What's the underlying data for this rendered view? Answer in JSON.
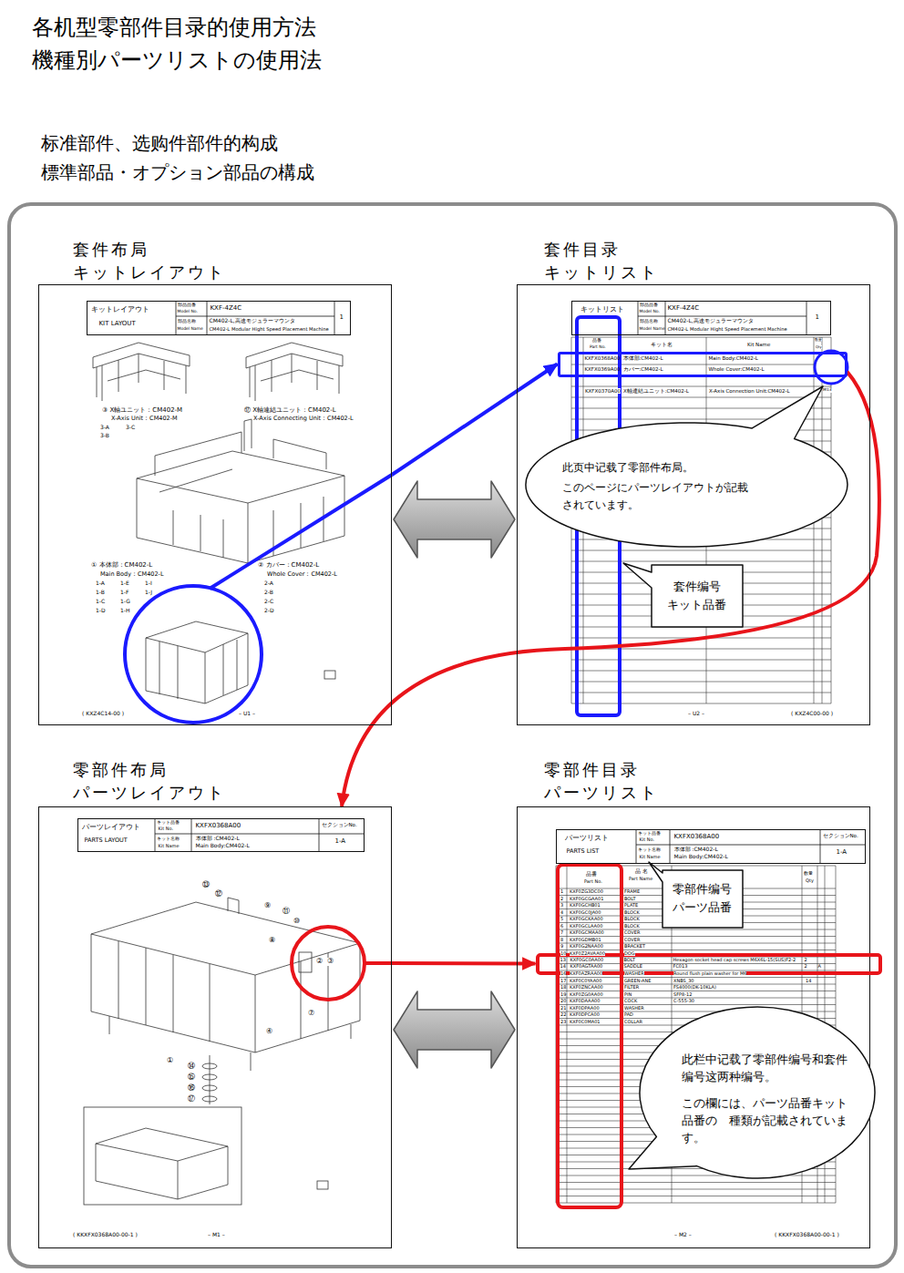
{
  "diagram": {
    "title": "各机型零部件目录的使用方法 機種別パーツリストの使用法",
    "nodes": [
      {
        "text": [
          "标准部件、选购件部件的构成 標準部品・オプション部品の構成"
        ]
      },
      {
        "text": [
          "套件布局 キットレイアウト"
        ],
        "in": 0
      },
      {
        "text": [
          "キットレイアウト",
          "KIT LAYOUT",
          "部品品番",
          "Model No.",
          "KXF-4Z4C",
          "部品名称",
          "Model Name",
          "CM402-L,高速モジュラーマウンタ",
          "CM402-L Modular Hight Speed Placement Machine",
          "1"
        ],
        "in": 1
      },
      {
        "text": [
          "套件目录 キットリスト"
        ],
        "in": 0
      },
      {
        "text": [
          "キットリスト",
          "部品品番",
          "Model No.",
          "KXF-4Z4C",
          "部品名称",
          "Model Name",
          "CM402-L,高速モジュラーマウンタ",
          "CM402-L Modular Hight Speed Placement Machine",
          "1"
        ],
        "in": 3
      },
      {
        "text": [
          "KXFX0368A00",
          "本体部:CM402-L",
          "Main Body:CM402-L",
          "KXFX0369A00",
          "カバー:CM402-L",
          "Whole Cover:CM402-L"
        ],
        "in": 3
      },
      {
        "text": [
          "此页中记载了零部件布局。",
          "このページにパーツレイアウトが記載されています。"
        ],
        "in": 3
      },
      {
        "text": [
          "套件编号 キット品番"
        ],
        "in": 3
      },
      {
        "text": [
          "零部件布局 パーツレイアウト"
        ],
        "in": 0
      },
      {
        "text": [
          "パーツレイアウト",
          "PARTS LAYOUT",
          "キット品番",
          "Kit No.",
          "KXFX0368A00",
          "キット名称",
          "Kit Name",
          "本体部 :CM402-L",
          "Main Body:CM402-L",
          "セクションNo.",
          "1-A"
        ],
        "in": 8
      },
      {
        "text": [
          "零部件目录 パーツリスト"
        ],
        "in": 0
      },
      {
        "text": [
          "パーツリスト",
          "PARTS LIST",
          "キット品番",
          "Kit No.",
          "KXFX0368A00",
          "キット名称",
          "Kit Name",
          "本体部 :CM402-L",
          "Main Body:CM402-L",
          "セクションNo.",
          "1-A"
        ],
        "in": 10
      },
      {
        "text": [
          "13",
          "KXF0GC0AA00",
          "BOLT",
          "Hexagon socket head cap screws M6X6L-15(SUS)F2-2",
          "2",
          "14",
          "KXF0AGTAA00",
          "SADDLE",
          "FC013",
          "2",
          "A"
        ],
        "in": 10
      },
      {
        "text": [
          "零部件编号 パーツ品番"
        ],
        "in": 10
      },
      {
        "text": [
          "此栏中记载了零部件编号和套件编号这两种编号。",
          "この欄には、パーツ品番キット品番の　種類が記載されています。"
        ],
        "in": 10
      }
    ],
    "edges": [
      {
        "from": 1,
        "to": 5,
        "arrow": "to"
      },
      {
        "from": 5,
        "to": 8,
        "arrow": "to"
      },
      {
        "from": 8,
        "to": 12,
        "arrow": "to"
      },
      {
        "from": 1,
        "to": 3,
        "arrow": "both"
      },
      {
        "from": 8,
        "to": 10,
        "arrow": "both"
      }
    ],
    "labels": [
      "③ X軸ユニット：CM402-M",
      "X-Axis Unit：CM402-M",
      "3-A",
      "3-C",
      "3-B",
      "⑰ X軸連結ユニット：CM402-L",
      "X-Axis Connecting Unit：CM402-L",
      "① 本体部：CM402-L",
      "Main Body：CM402-L",
      "1-A",
      "1-B",
      "1-C",
      "1-D",
      "1-E",
      "1-F",
      "1-G",
      "1-H",
      "1-I",
      "1-J",
      "② カバー：CM402-L",
      "Whole Cover：CM402-L",
      "2-A",
      "2-B",
      "2-C",
      "2-D",
      "( KXZ4C14-00 )",
      "– U1 –",
      "品番",
      "Part No.",
      "キット名",
      "Kit Name",
      "数量",
      "Qty",
      "KXFX0370A00",
      "X軸連結ユニット:CM402-L",
      "X-Axis Connection Unit:CM402-L",
      "M13",
      "– U2 –",
      "( KXZ4C00-00 )",
      "⑬",
      "⑫",
      "⑨",
      "⑪",
      "⑩",
      "⑧",
      "②",
      "③",
      "⑦",
      "④",
      "①",
      "⑭",
      "⑮",
      "⑯",
      "⑰",
      "( KKXFX0368A00-00-1 )",
      "– M1 –",
      "品番",
      "Part No.",
      "品 名",
      "Part Name",
      "数量",
      "Qty",
      "1",
      "KXF0ZG3DC00",
      "FRAME",
      "2",
      "KXF0GCGAA01",
      "BOLT",
      "3",
      "KXF0GCHB01",
      "PLATE",
      "4",
      "KXF0GC0JA00",
      "BLOCK",
      "5",
      "KXF0GCKAA00",
      "BLOCK",
      "6",
      "KXF0GCLAA00",
      "BLOCK",
      "7",
      "KXF0GCMAA00",
      "COVER",
      "8",
      "KXF0GDMB01",
      "COVER",
      "9",
      "KXF0G2NAA00",
      "BRACKET",
      "10",
      "KXF0Z2AVAA00",
      "DOG",
      "16",
      "KXF0AZRAA00",
      "WASHER",
      "Round flush plain washer for M6",
      "17",
      "KXF0C0YAA00",
      "GREEN-ANE",
      "XNBS_30",
      "14",
      "18",
      "KXF0ZNCAA00",
      "FILTER",
      "FS4000(DK-10KLA)",
      "19",
      "KXF0ZG0AA00",
      "PIN",
      "SFP8-12",
      "20",
      "KXF0DAAA00",
      "COCK",
      "C-555-30",
      "21",
      "KXF0DPAA00",
      "WASHER",
      "22",
      "KXF0DPCA00",
      "PAD",
      "23",
      "KXF0C0MA01",
      "COLLAR",
      "– M2 –",
      "( KKXFX0368A00-00-1 )"
    ]
  }
}
